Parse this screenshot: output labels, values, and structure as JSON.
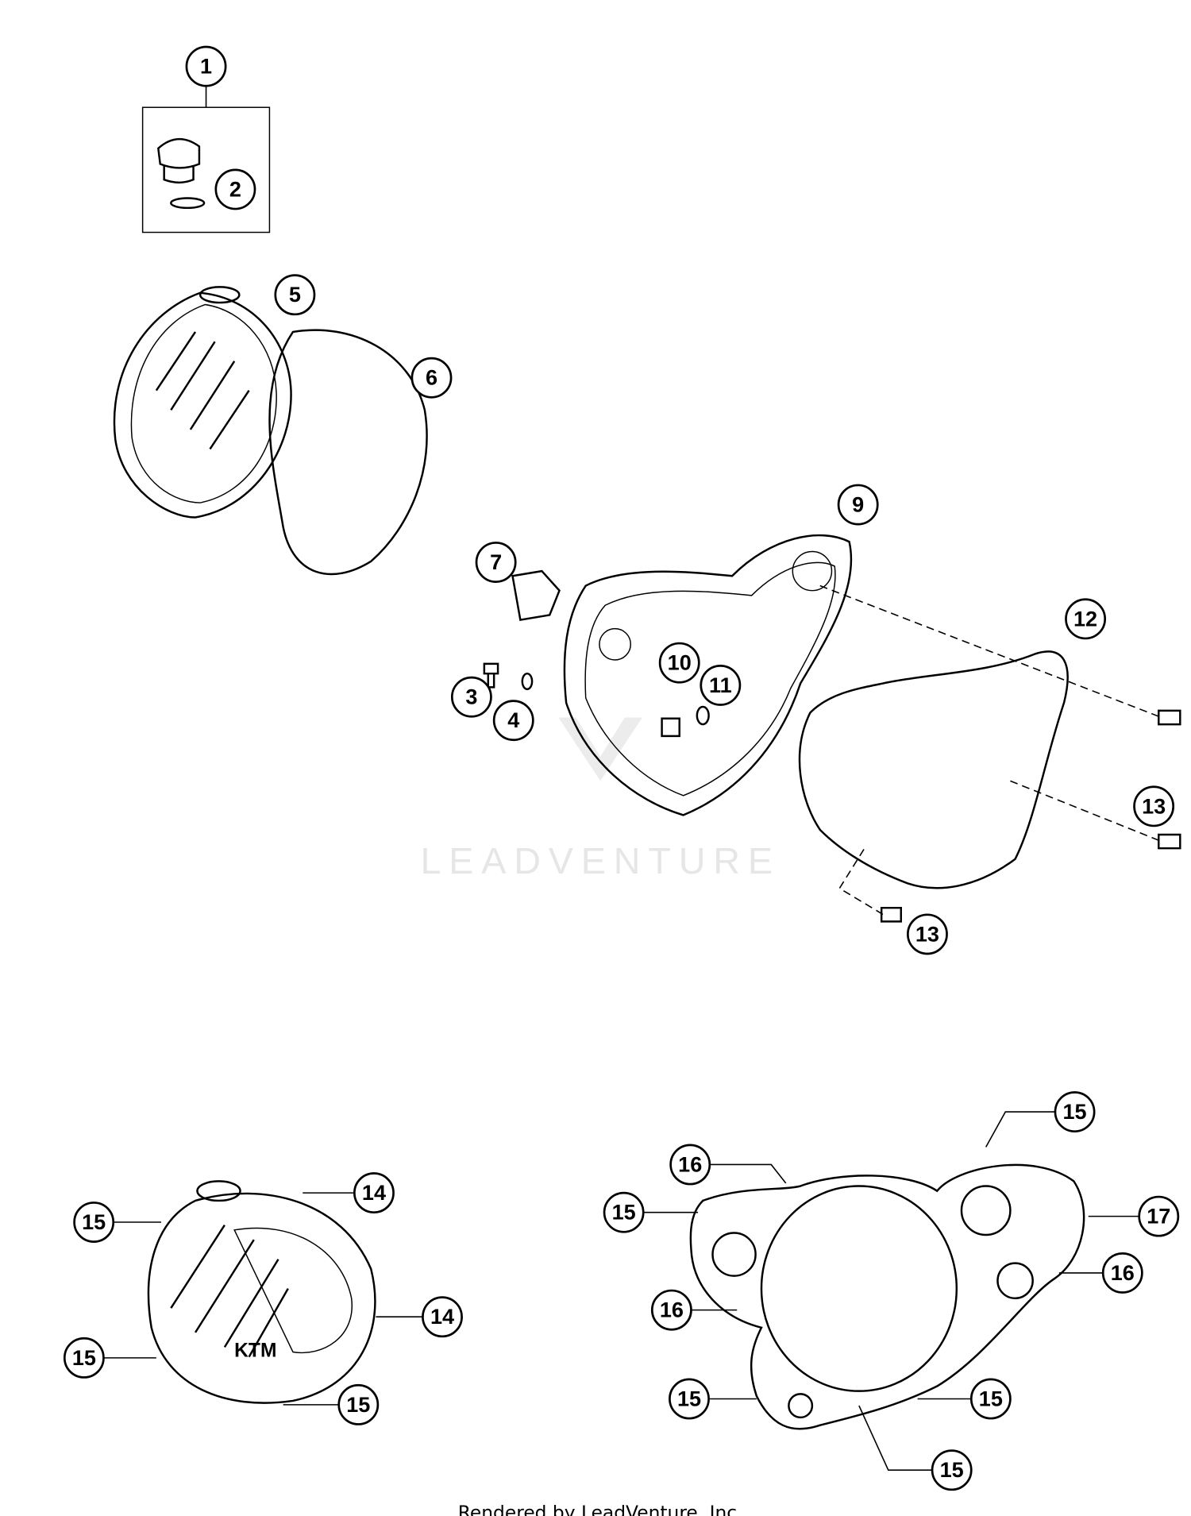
{
  "watermark": "LEADVENTURE",
  "footer": "Rendered by LeadVenture, Inc.",
  "callouts": [
    "1",
    "2",
    "5",
    "6",
    "9",
    "7",
    "12",
    "10",
    "11",
    "3",
    "4",
    "13",
    "13",
    "15",
    "16",
    "14",
    "15",
    "15",
    "17",
    "16",
    "16",
    "14",
    "15",
    "15",
    "15",
    "15",
    "15"
  ]
}
